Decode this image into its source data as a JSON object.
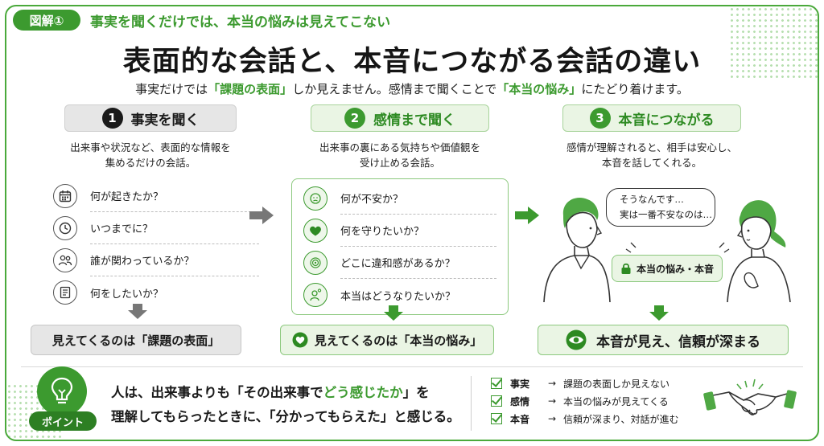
{
  "header": {
    "badge": "図解①",
    "tagline": "事実を聞くだけでは、本当の悩みは見えてこない",
    "title": "表面的な会話と、本音につながる会話の違い",
    "subtitle_parts": [
      "事実だけでは",
      "「課題の表面」",
      "しか見えません。感情まで聞くことで",
      "「本当の悩み」",
      "にたどり着けます。"
    ]
  },
  "columns": [
    {
      "number": "1",
      "heading": "事実を聞く",
      "desc_lines": [
        "出来事や状況など、表面的な情報を",
        "集めるだけの会話。"
      ],
      "questions": [
        {
          "icon": "calendar-icon",
          "text": "何が起きたか？"
        },
        {
          "icon": "clock-icon",
          "text": "いつまでに？"
        },
        {
          "icon": "people-icon",
          "text": "誰が関わっているか？"
        },
        {
          "icon": "document-icon",
          "text": "何をしたいか？"
        }
      ],
      "result": "見えてくるのは「課題の表面」"
    },
    {
      "number": "2",
      "heading": "感情まで聞く",
      "desc_lines": [
        "出来事の裏にある気持ちや価値観を",
        "受け止める会話。"
      ],
      "questions": [
        {
          "icon": "worried-face-icon",
          "text": "何が不安か？"
        },
        {
          "icon": "heart-icon",
          "text": "何を守りたいか？"
        },
        {
          "icon": "tangle-icon",
          "text": "どこに違和感があるか？"
        },
        {
          "icon": "thinking-person-icon",
          "text": "本当はどうなりたいか？"
        }
      ],
      "result": "見えてくるのは「本当の悩み」"
    },
    {
      "number": "3",
      "heading": "本音につながる",
      "desc_lines": [
        "感情が理解されると、相手は安心し、",
        "本音を話してくれる。"
      ],
      "bubble_lines": [
        "そうなんです…",
        "実は一番不安なのは…"
      ],
      "lock_label": "本当の悩み・本音",
      "result": "本音が見え、信頼が深まる"
    }
  ],
  "point": {
    "label": "ポイント",
    "line1_parts": [
      "人は、出来事よりも「その出来事で",
      "どう感じたか",
      "」を"
    ],
    "line2": "理解してもらったときに、「分かってもらえた」と感じる。"
  },
  "checklist": [
    {
      "key": "事実",
      "arrow": "→",
      "value": "課題の表面しか見えない"
    },
    {
      "key": "感情",
      "arrow": "→",
      "value": "本当の悩みが見えてくる"
    },
    {
      "key": "本音",
      "arrow": "→",
      "value": "信頼が深まり、対話が進む"
    }
  ],
  "colors": {
    "accent": "#3c9a2f",
    "light_green": "#eaf5e4",
    "gray": "#e6e6e6"
  }
}
